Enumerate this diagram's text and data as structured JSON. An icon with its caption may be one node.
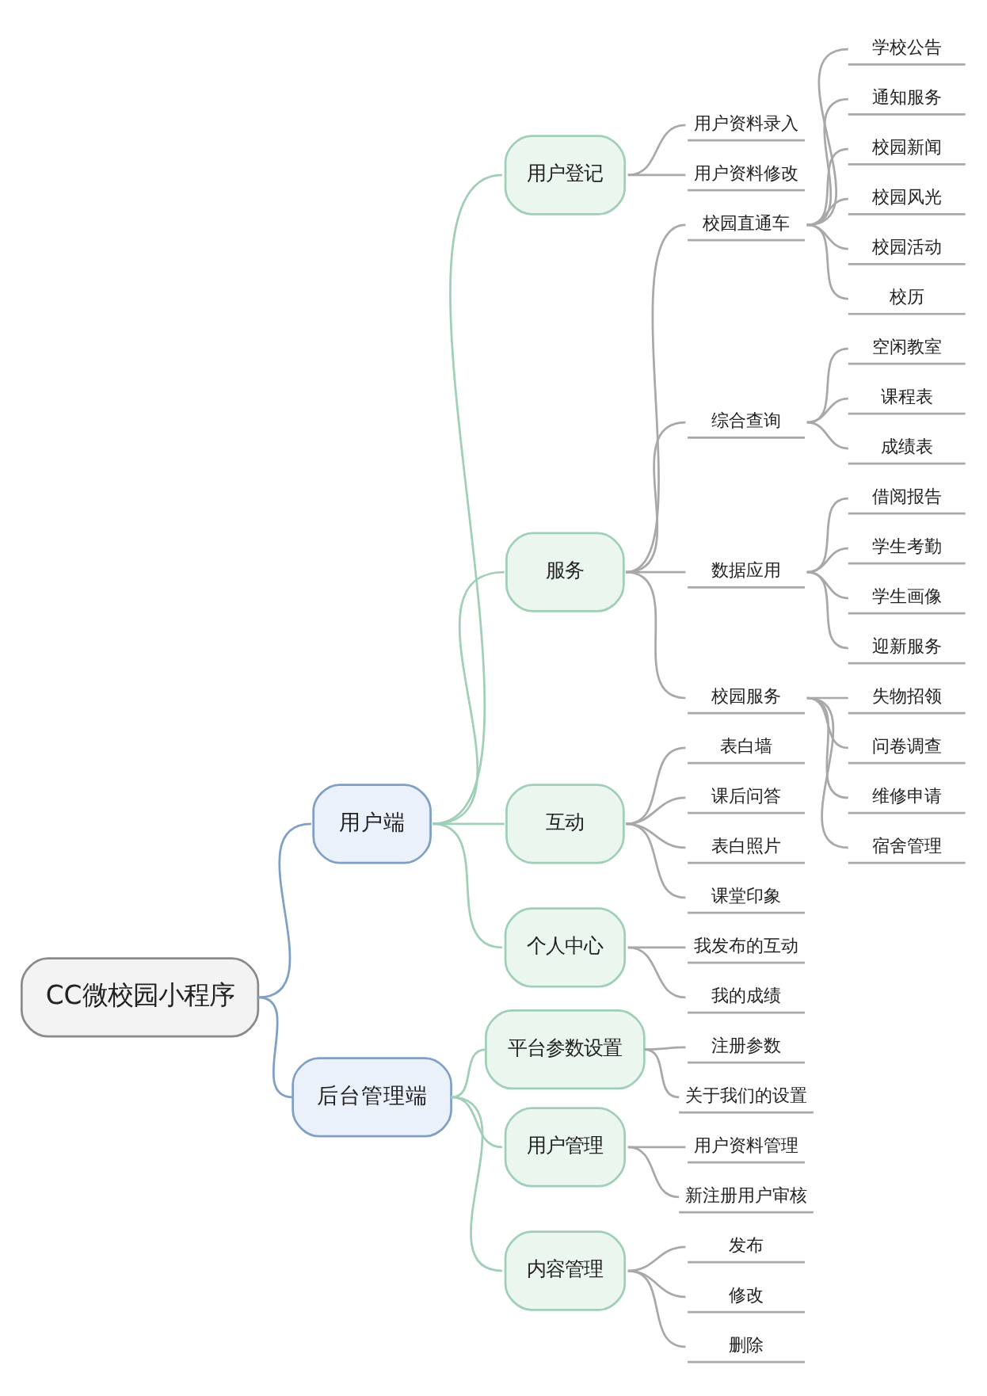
{
  "diagram": {
    "nodes": [
      {
        "text": [
          "CC微校园小程序"
        ]
      },
      {
        "text": [
          "用户端"
        ]
      },
      {
        "text": [
          "用户登记"
        ]
      },
      {
        "text": [
          "用户资料录入"
        ]
      },
      {
        "text": [
          "用户资料修改"
        ]
      },
      {
        "text": [
          "服务"
        ]
      },
      {
        "text": [
          "校园直通车"
        ]
      },
      {
        "text": [
          "学校公告"
        ]
      },
      {
        "text": [
          "通知服务"
        ]
      },
      {
        "text": [
          "校园新闻"
        ]
      },
      {
        "text": [
          "校园风光"
        ]
      },
      {
        "text": [
          "校园活动"
        ]
      },
      {
        "text": [
          "校历"
        ]
      },
      {
        "text": [
          "综合查询"
        ]
      },
      {
        "text": [
          "空闲教室"
        ]
      },
      {
        "text": [
          "课程表"
        ]
      },
      {
        "text": [
          "成绩表"
        ]
      },
      {
        "text": [
          "数据应用"
        ]
      },
      {
        "text": [
          "借阅报告"
        ]
      },
      {
        "text": [
          "学生考勤"
        ]
      },
      {
        "text": [
          "学生画像"
        ]
      },
      {
        "text": [
          "迎新服务"
        ]
      },
      {
        "text": [
          "校园服务"
        ]
      },
      {
        "text": [
          "失物招领"
        ]
      },
      {
        "text": [
          "问卷调查"
        ]
      },
      {
        "text": [
          "维修申请"
        ]
      },
      {
        "text": [
          "宿舍管理"
        ]
      },
      {
        "text": [
          "互动"
        ]
      },
      {
        "text": [
          "表白墙"
        ]
      },
      {
        "text": [
          "课后问答"
        ]
      },
      {
        "text": [
          "表白照片"
        ]
      },
      {
        "text": [
          "课堂印象"
        ]
      },
      {
        "text": [
          "个人中心"
        ]
      },
      {
        "text": [
          "我发布的互动"
        ]
      },
      {
        "text": [
          "我的成绩"
        ]
      },
      {
        "text": [
          "后台管理端"
        ]
      },
      {
        "text": [
          "平台参数设置"
        ]
      },
      {
        "text": [
          "注册参数"
        ]
      },
      {
        "text": [
          "关于我们的设置"
        ]
      },
      {
        "text": [
          "用户管理"
        ]
      },
      {
        "text": [
          "用户资料管理"
        ]
      },
      {
        "text": [
          "新注册用户审核"
        ]
      },
      {
        "text": [
          "内容管理"
        ]
      },
      {
        "text": [
          "发布"
        ]
      },
      {
        "text": [
          "修改"
        ]
      },
      {
        "text": [
          "删除"
        ]
      }
    ],
    "edges": [
      {
        "from": 0,
        "to": 1,
        "arrow": "none",
        "color": "#7f9fc4"
      },
      {
        "from": 1,
        "to": 2,
        "arrow": "none",
        "color": "#9fcfb6"
      },
      {
        "from": 2,
        "to": 3,
        "arrow": "none"
      },
      {
        "from": 2,
        "to": 4,
        "arrow": "none"
      },
      {
        "from": 1,
        "to": 5,
        "arrow": "none",
        "color": "#9fcfb6"
      },
      {
        "from": 5,
        "to": 6,
        "arrow": "none"
      },
      {
        "from": 6,
        "to": 7,
        "arrow": "none"
      },
      {
        "from": 6,
        "to": 8,
        "arrow": "none"
      },
      {
        "from": 6,
        "to": 9,
        "arrow": "none"
      },
      {
        "from": 6,
        "to": 10,
        "arrow": "none"
      },
      {
        "from": 6,
        "to": 11,
        "arrow": "none"
      },
      {
        "from": 6,
        "to": 12,
        "arrow": "none"
      },
      {
        "from": 5,
        "to": 13,
        "arrow": "none"
      },
      {
        "from": 13,
        "to": 14,
        "arrow": "none"
      },
      {
        "from": 13,
        "to": 15,
        "arrow": "none"
      },
      {
        "from": 13,
        "to": 16,
        "arrow": "none"
      },
      {
        "from": 5,
        "to": 17,
        "arrow": "none"
      },
      {
        "from": 17,
        "to": 18,
        "arrow": "none"
      },
      {
        "from": 17,
        "to": 19,
        "arrow": "none"
      },
      {
        "from": 17,
        "to": 20,
        "arrow": "none"
      },
      {
        "from": 17,
        "to": 21,
        "arrow": "none"
      },
      {
        "from": 5,
        "to": 22,
        "arrow": "none"
      },
      {
        "from": 22,
        "to": 23,
        "arrow": "none"
      },
      {
        "from": 22,
        "to": 24,
        "arrow": "none"
      },
      {
        "from": 22,
        "to": 25,
        "arrow": "none"
      },
      {
        "from": 22,
        "to": 26,
        "arrow": "none"
      },
      {
        "from": 1,
        "to": 27,
        "arrow": "none",
        "color": "#9fcfb6"
      },
      {
        "from": 27,
        "to": 28,
        "arrow": "none"
      },
      {
        "from": 27,
        "to": 29,
        "arrow": "none"
      },
      {
        "from": 27,
        "to": 30,
        "arrow": "none"
      },
      {
        "from": 27,
        "to": 31,
        "arrow": "none"
      },
      {
        "from": 1,
        "to": 32,
        "arrow": "none",
        "color": "#9fcfb6"
      },
      {
        "from": 32,
        "to": 33,
        "arrow": "none"
      },
      {
        "from": 32,
        "to": 34,
        "arrow": "none"
      },
      {
        "from": 0,
        "to": 35,
        "arrow": "none",
        "color": "#7f9fc4"
      },
      {
        "from": 35,
        "to": 36,
        "arrow": "none",
        "color": "#9fcfb6"
      },
      {
        "from": 36,
        "to": 37,
        "arrow": "none"
      },
      {
        "from": 36,
        "to": 38,
        "arrow": "none"
      },
      {
        "from": 35,
        "to": 39,
        "arrow": "none",
        "color": "#9fcfb6"
      },
      {
        "from": 39,
        "to": 40,
        "arrow": "none"
      },
      {
        "from": 39,
        "to": 41,
        "arrow": "none"
      },
      {
        "from": 35,
        "to": 42,
        "arrow": "none",
        "color": "#9fcfb6"
      },
      {
        "from": 42,
        "to": 43,
        "arrow": "none"
      },
      {
        "from": 42,
        "to": 44,
        "arrow": "none"
      },
      {
        "from": 42,
        "to": 45,
        "arrow": "none"
      }
    ]
  }
}
